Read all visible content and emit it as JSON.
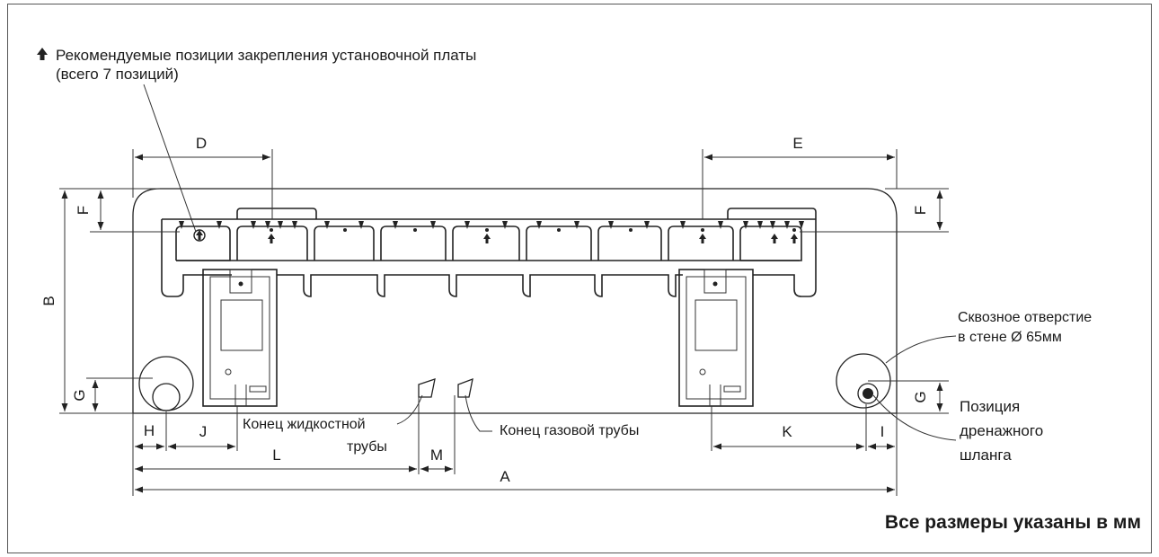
{
  "legend": {
    "icon": "arrow-up-icon",
    "line1": "Рекомендуемые позиции закрепления установочной платы",
    "line2": "(всего 7 позиций)"
  },
  "dimensions": {
    "A": "A",
    "B": "B",
    "D": "D",
    "E": "E",
    "F": "F",
    "G": "G",
    "H": "H",
    "I": "I",
    "J": "J",
    "K": "K",
    "L": "L",
    "M": "M"
  },
  "callouts": {
    "through_hole_line1": "Сквозное отверстие",
    "through_hole_line2": "в стене Ø 65мм",
    "drain_line1": "Позиция",
    "drain_line2": "дренажного",
    "drain_line3": "шланга",
    "liquid_pipe_line1": "Конец жидкостной",
    "liquid_pipe_line2": "трубы",
    "gas_pipe": "Конец газовой трубы"
  },
  "footnote": "Все размеры указаны в мм"
}
